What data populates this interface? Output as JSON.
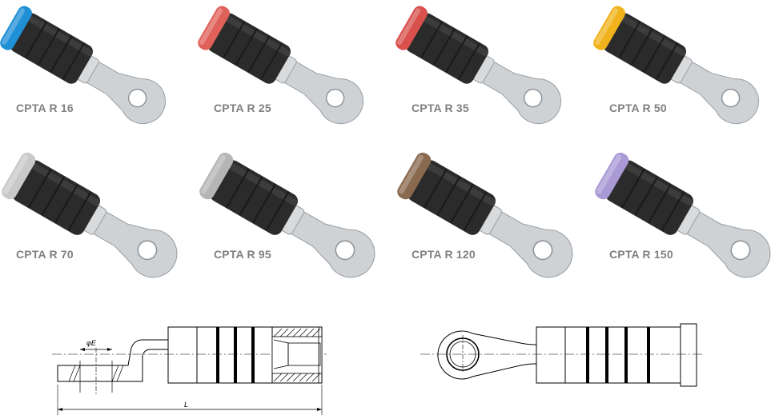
{
  "products": [
    {
      "label": "CPTA R 16",
      "cap_color": "#1f8fd6"
    },
    {
      "label": "CPTA R 25",
      "cap_color": "#e0615a"
    },
    {
      "label": "CPTA R 35",
      "cap_color": "#d9504d"
    },
    {
      "label": "CPTA R 50",
      "cap_color": "#f0b31c"
    },
    {
      "label": "CPTA R 70",
      "cap_color": "#c9c9c9"
    },
    {
      "label": "CPTA R 95",
      "cap_color": "#b5b5b5"
    },
    {
      "label": "CPTA R 120",
      "cap_color": "#8a6a4f"
    },
    {
      "label": "CPTA R 150",
      "cap_color": "#a99ad6"
    }
  ],
  "drawings": {
    "side_view": {
      "hole_label": "φE",
      "length_label": "L"
    }
  },
  "colors": {
    "sleeve": "#2b2b2b",
    "metal": "#cfd2d5",
    "label_text": "#808080"
  }
}
